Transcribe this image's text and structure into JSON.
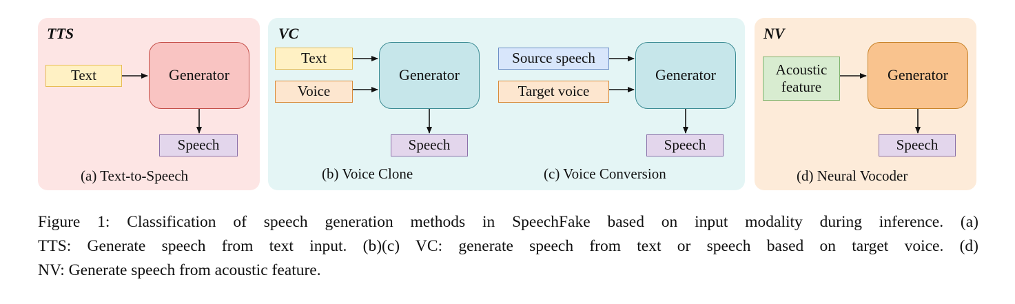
{
  "panels": {
    "tts": {
      "title": "TTS",
      "text_input": "Text",
      "generator": "Generator",
      "output": "Speech",
      "caption": "(a) Text-to-Speech"
    },
    "vc": {
      "title": "VC",
      "clone": {
        "text_input": "Text",
        "voice_input": "Voice",
        "generator": "Generator",
        "output": "Speech",
        "caption": "(b) Voice Clone"
      },
      "conversion": {
        "source_input": "Source speech",
        "target_input": "Target voice",
        "generator": "Generator",
        "output": "Speech",
        "caption": "(c) Voice Conversion"
      }
    },
    "nv": {
      "title": "NV",
      "feature_input_line1": "Acoustic",
      "feature_input_line2": "feature",
      "generator": "Generator",
      "output": "Speech",
      "caption": "(d) Neural Vocoder"
    }
  },
  "colors": {
    "tts_panel": "#fde5e4",
    "vc_panel": "#e4f5f5",
    "nv_panel": "#fdebd9"
  },
  "figure_caption": {
    "line1": "Figure 1: Classification of speech generation methods in SpeechFake based on input modality during inference. (a)",
    "line2": "TTS: Generate speech from text input. (b)(c) VC: generate speech from text or speech based on target voice. (d)",
    "line3": "NV: Generate speech from acoustic feature."
  }
}
